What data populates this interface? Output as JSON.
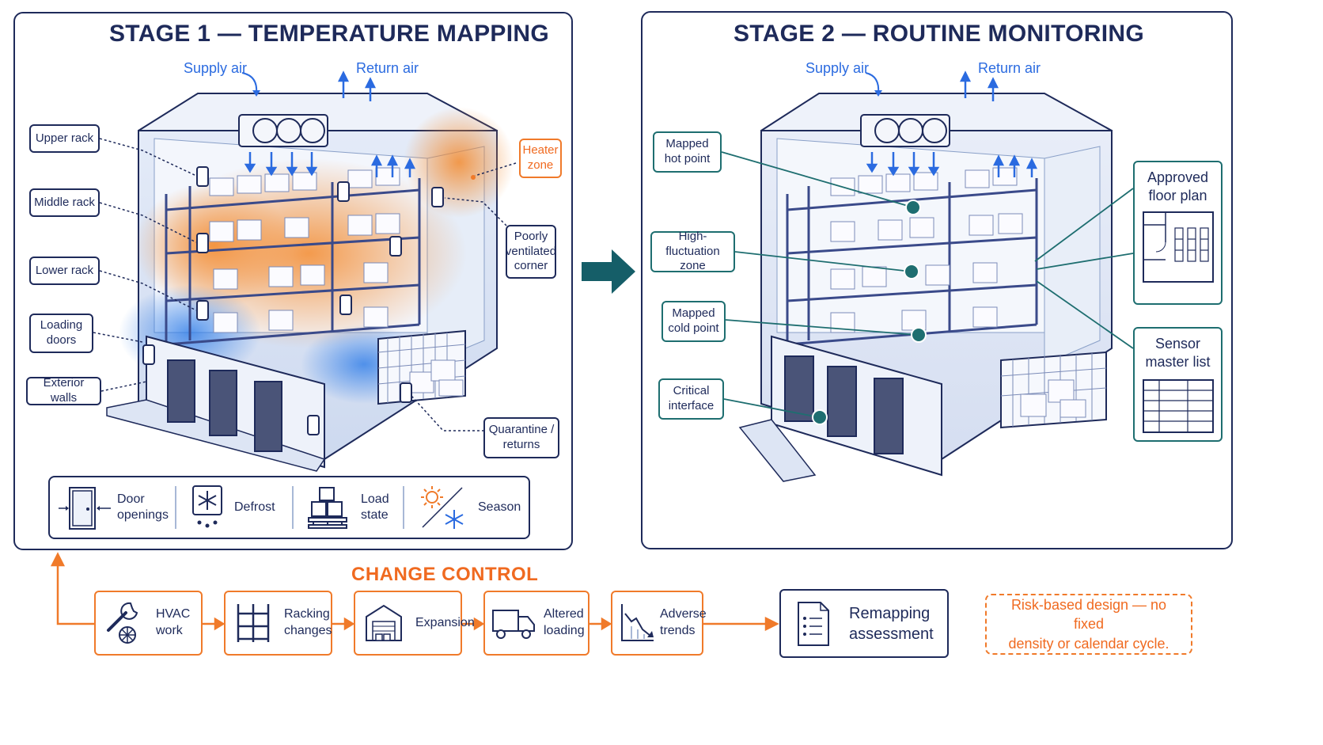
{
  "stage1": {
    "title": "STAGE 1 — TEMPERATURE MAPPING",
    "supply_air": "Supply air",
    "return_air": "Return air",
    "callouts": {
      "upper_rack": "Upper rack",
      "middle_rack": "Middle rack",
      "lower_rack": "Lower rack",
      "loading_doors": [
        "Loading",
        "doors"
      ],
      "exterior_walls": "Exterior walls",
      "heater_zone": [
        "Heater",
        "zone"
      ],
      "poorly_ventilated": [
        "Poorly",
        "ventilated",
        "corner"
      ],
      "quarantine": [
        "Quarantine /",
        "returns"
      ]
    },
    "factors": {
      "door_openings": [
        "Door",
        "openings"
      ],
      "defrost": "Defrost",
      "load_state": [
        "Load",
        "state"
      ],
      "season": "Season"
    }
  },
  "stage2": {
    "title": "STAGE 2 — ROUTINE MONITORING",
    "supply_air": "Supply air",
    "return_air": "Return air",
    "callouts": {
      "mapped_hot": [
        "Mapped",
        "hot point"
      ],
      "high_fluctuation": [
        "High-fluctuation",
        "zone"
      ],
      "mapped_cold": [
        "Mapped",
        "cold point"
      ],
      "critical_interface": [
        "Critical",
        "interface"
      ]
    },
    "approved_floor_plan": [
      "Approved",
      "floor plan"
    ],
    "sensor_master_list": [
      "Sensor",
      "master list"
    ]
  },
  "change_control": {
    "title": "CHANGE CONTROL",
    "steps": [
      {
        "label": [
          "HVAC",
          "work"
        ],
        "icon": "wrench-fan-icon"
      },
      {
        "label": [
          "Racking",
          "changes"
        ],
        "icon": "racking-icon"
      },
      {
        "label": [
          "Expansion"
        ],
        "icon": "warehouse-icon"
      },
      {
        "label": [
          "Altered",
          "loading"
        ],
        "icon": "truck-icon"
      },
      {
        "label": [
          "Adverse",
          "trends"
        ],
        "icon": "downtrend-chart-icon"
      }
    ],
    "outcome": [
      "Remapping",
      "assessment"
    ],
    "note": [
      "Risk-based design — no fixed",
      "density or calendar cycle."
    ]
  },
  "colors": {
    "navy": "#1e2a5a",
    "orange": "#f07a2a",
    "blue": "#2b6be0",
    "teal": "#1e6e70"
  }
}
